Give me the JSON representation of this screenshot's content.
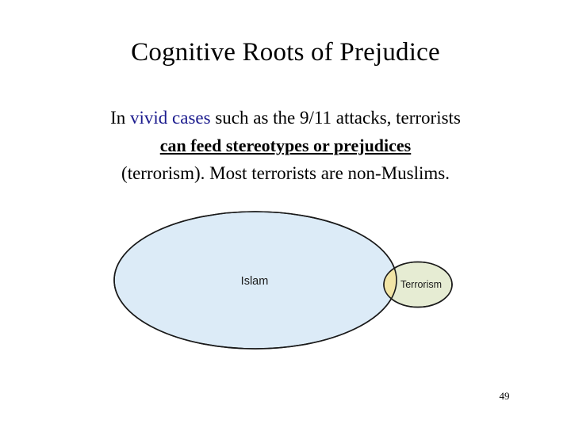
{
  "slide": {
    "title": "Cognitive Roots of Prejudice",
    "page_number": "49",
    "background_color": "#ffffff"
  },
  "body": {
    "line1_part1": "In ",
    "line1_highlight": "vivid cases",
    "line1_part2": " such as the 9/11 attacks, terrorists",
    "line2_emphasis": "can feed stereotypes or prejudices",
    "line3": "(terrorism). Most terrorists are non-Muslims.",
    "highlight_color": "#1c1c8e",
    "text_color": "#000000"
  },
  "diagram": {
    "type": "venn",
    "big_set_label": "Islam",
    "small_set_label": "Terrorism",
    "big_set_fill": "#dcebf7",
    "small_set_fill": "#e6ecd3",
    "intersection_fill": "#f2e5a6",
    "stroke_color": "#1a1a1a",
    "stroke_width": 1.6
  }
}
